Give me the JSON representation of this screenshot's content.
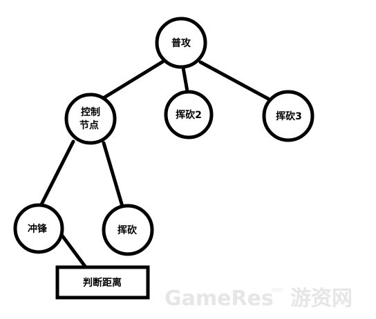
{
  "diagram": {
    "nodes": {
      "root": {
        "label": "普攻"
      },
      "control": {
        "line1": "控制",
        "line2": "节点"
      },
      "swing2": {
        "label": "挥砍2"
      },
      "swing3": {
        "label": "挥砍3"
      },
      "charge": {
        "label": "冲锋"
      },
      "swing": {
        "label": "挥砍"
      },
      "judge": {
        "label": "判断距离"
      }
    }
  },
  "watermark": {
    "brand": "GameRes",
    "sub": "游资网",
    "small": "com"
  }
}
